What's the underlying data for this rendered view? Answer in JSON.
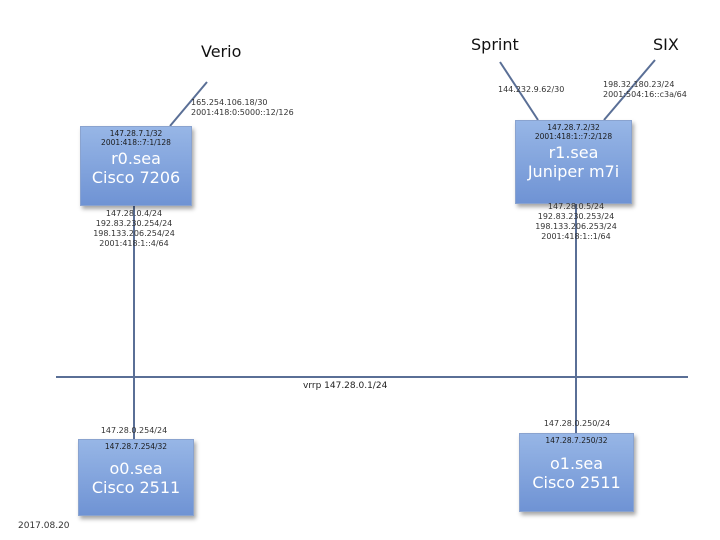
{
  "uplinks": {
    "verio": "Verio",
    "sprint": "Sprint",
    "six": "SIX"
  },
  "links": {
    "verio": [
      "165.254.106.18/30",
      "2001:418:0:5000::12/126"
    ],
    "sprint": [
      "144.232.9.62/30"
    ],
    "six": [
      "198.32.180.23/24",
      "2001:504:16::c3a/64"
    ]
  },
  "routers": {
    "r0": {
      "loopback": [
        "147.28.7.1/32",
        "2001:418::7:1/128"
      ],
      "name": "r0.sea",
      "model": "Cisco 7206",
      "lan_addrs": [
        "147.28.0.4/24",
        "192.83.230.254/24",
        "198.133.206.254/24",
        "2001:418:1::4/64"
      ]
    },
    "r1": {
      "loopback": [
        "147.28.7.2/32",
        "2001:418:1::7:2/128"
      ],
      "name": "r1.sea",
      "model": "Juniper m7i",
      "lan_addrs": [
        "147.28.0.5/24",
        "192.83.230.253/24",
        "198.133.206.253/24",
        "2001:418:1::1/64"
      ]
    },
    "o0": {
      "lan_addr": "147.28.0.254/24",
      "loopback": [
        "147.28.7.254/32"
      ],
      "name": "o0.sea",
      "model": "Cisco 2511"
    },
    "o1": {
      "lan_addr": "147.28.0.250/24",
      "loopback": [
        "147.28.7.250/32"
      ],
      "name": "o1.sea",
      "model": "Cisco 2511"
    }
  },
  "lan": {
    "label": "vrrp 147.28.0.1/24"
  },
  "footer": {
    "date": "2017.08.20"
  }
}
